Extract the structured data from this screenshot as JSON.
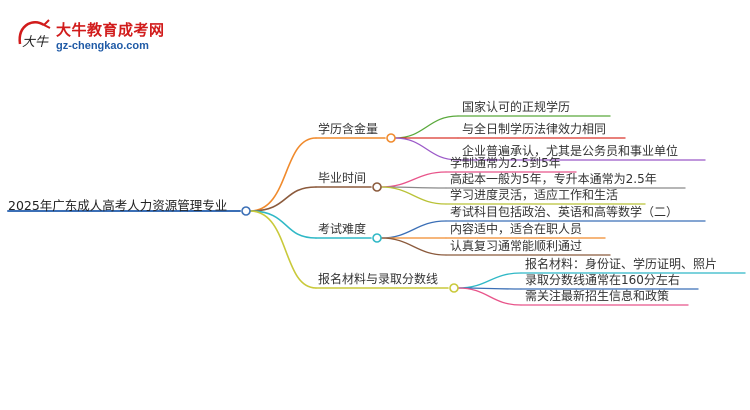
{
  "logo": {
    "name": "大牛教育成考网",
    "url": "gz-chengkao.com",
    "mark_text": "大牛"
  },
  "root": {
    "label": "2025年广东成人高考人力资源管理专业",
    "color": "#3b6fb6"
  },
  "branches": [
    {
      "label": "学历含金量",
      "color": "#f08a2c",
      "children": [
        {
          "label": "国家认可的正规学历",
          "color": "#5aa93c"
        },
        {
          "label": "与全日制学历法律效力相同",
          "color": "#d9342b"
        },
        {
          "label": "企业普遍承认，尤其是公务员和事业单位",
          "color": "#9b59c8"
        }
      ]
    },
    {
      "label": "毕业时间",
      "color": "#8b5a3c",
      "children": [
        {
          "label": "学制通常为2.5到5年",
          "color": "#e8548a"
        },
        {
          "label": "高起本一般为5年，专升本通常为2.5年",
          "color": "#8a8a8a"
        },
        {
          "label": "学习进度灵活，适应工作和生活",
          "color": "#b9c237"
        }
      ]
    },
    {
      "label": "考试难度",
      "color": "#2fb8c6",
      "children": [
        {
          "label": "考试科目包括政治、英语和高等数学（二）",
          "color": "#3b6fb6"
        },
        {
          "label": "内容适中，适合在职人员",
          "color": "#f08a2c"
        },
        {
          "label": "认真复习通常能顺利通过",
          "color": "#8b5a3c"
        }
      ]
    },
    {
      "label": "报名材料与录取分数线",
      "color": "#c9c93a",
      "children": [
        {
          "label": "报名材料：身份证、学历证明、照片",
          "color": "#2fb8c6"
        },
        {
          "label": "录取分数线通常在160分左右",
          "color": "#3b6fb6"
        },
        {
          "label": "需关注最新招生信息和政策",
          "color": "#e8548a"
        }
      ]
    }
  ]
}
